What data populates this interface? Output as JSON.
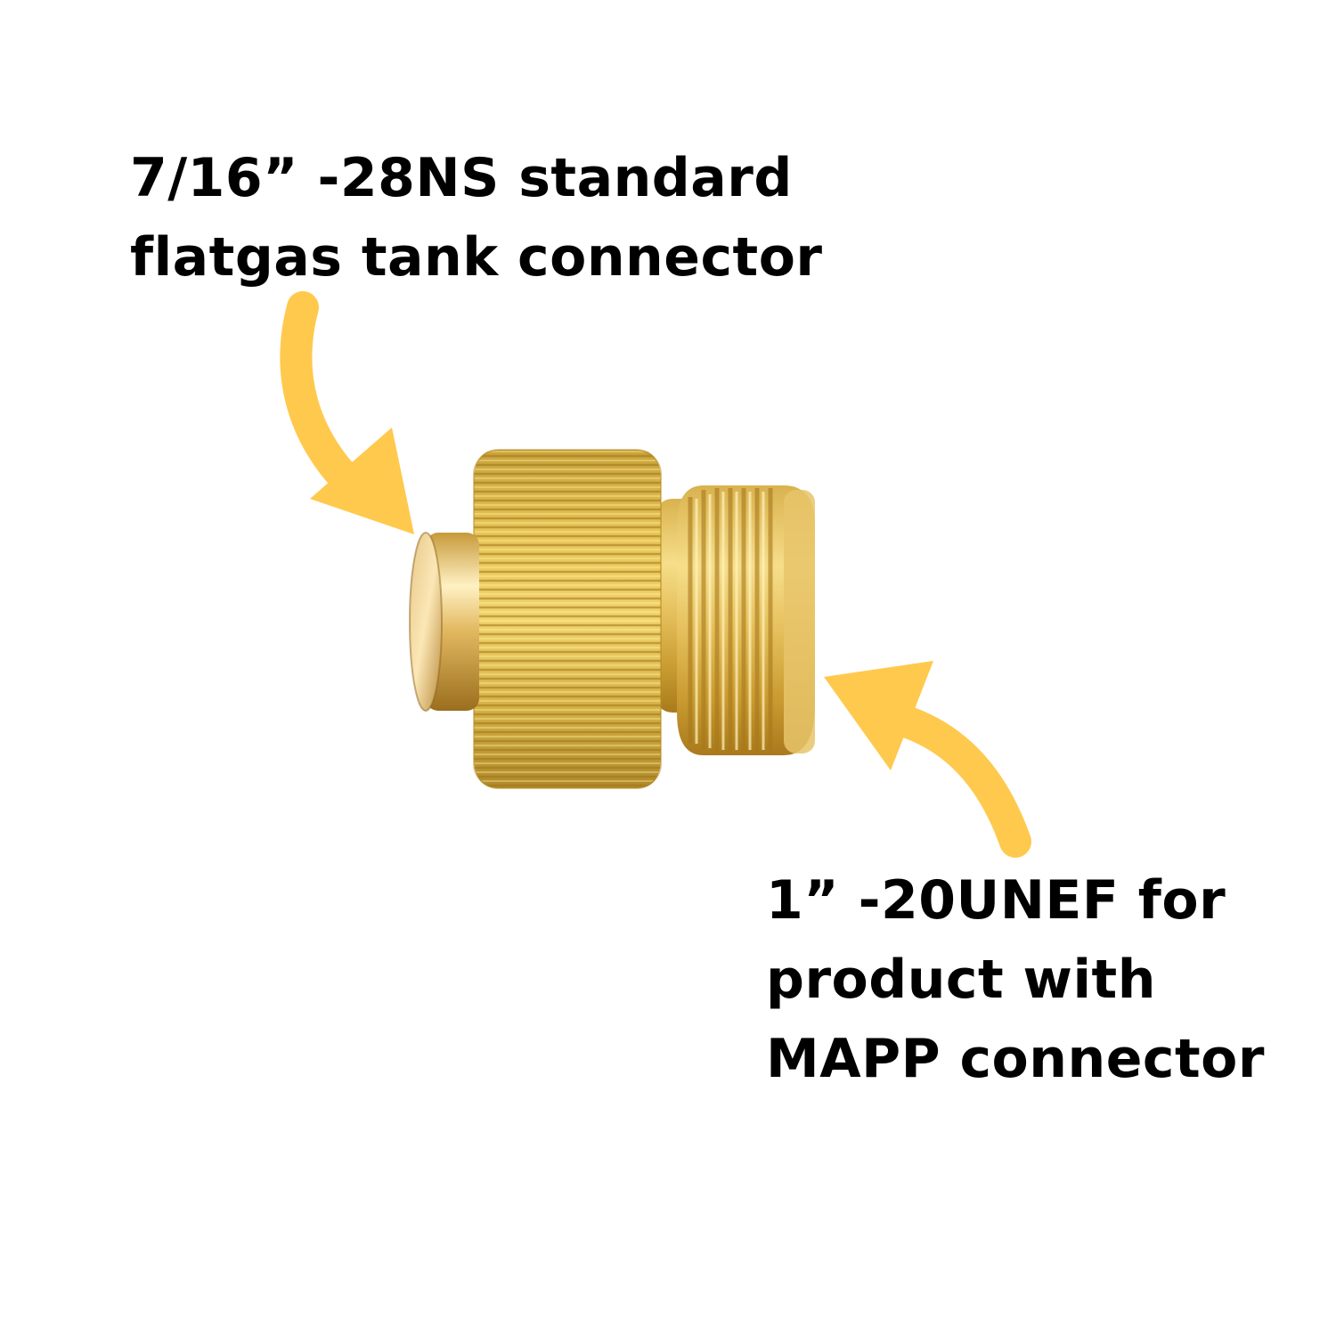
{
  "labels": {
    "top": [
      "7/16”  -28NS standard",
      "flatgas tank connector"
    ],
    "bottom": [
      "1”  -20UNEF for",
      "product with",
      "MAPP connector"
    ]
  },
  "colors": {
    "arrow": "#FFC94D",
    "brass_light": "#F3D77A",
    "brass_mid": "#D4AA3A",
    "brass_dark": "#A8781A",
    "background": "#FFFFFF"
  },
  "icons": [
    "curved-arrow-icon",
    "brass-adapter-illustration"
  ]
}
